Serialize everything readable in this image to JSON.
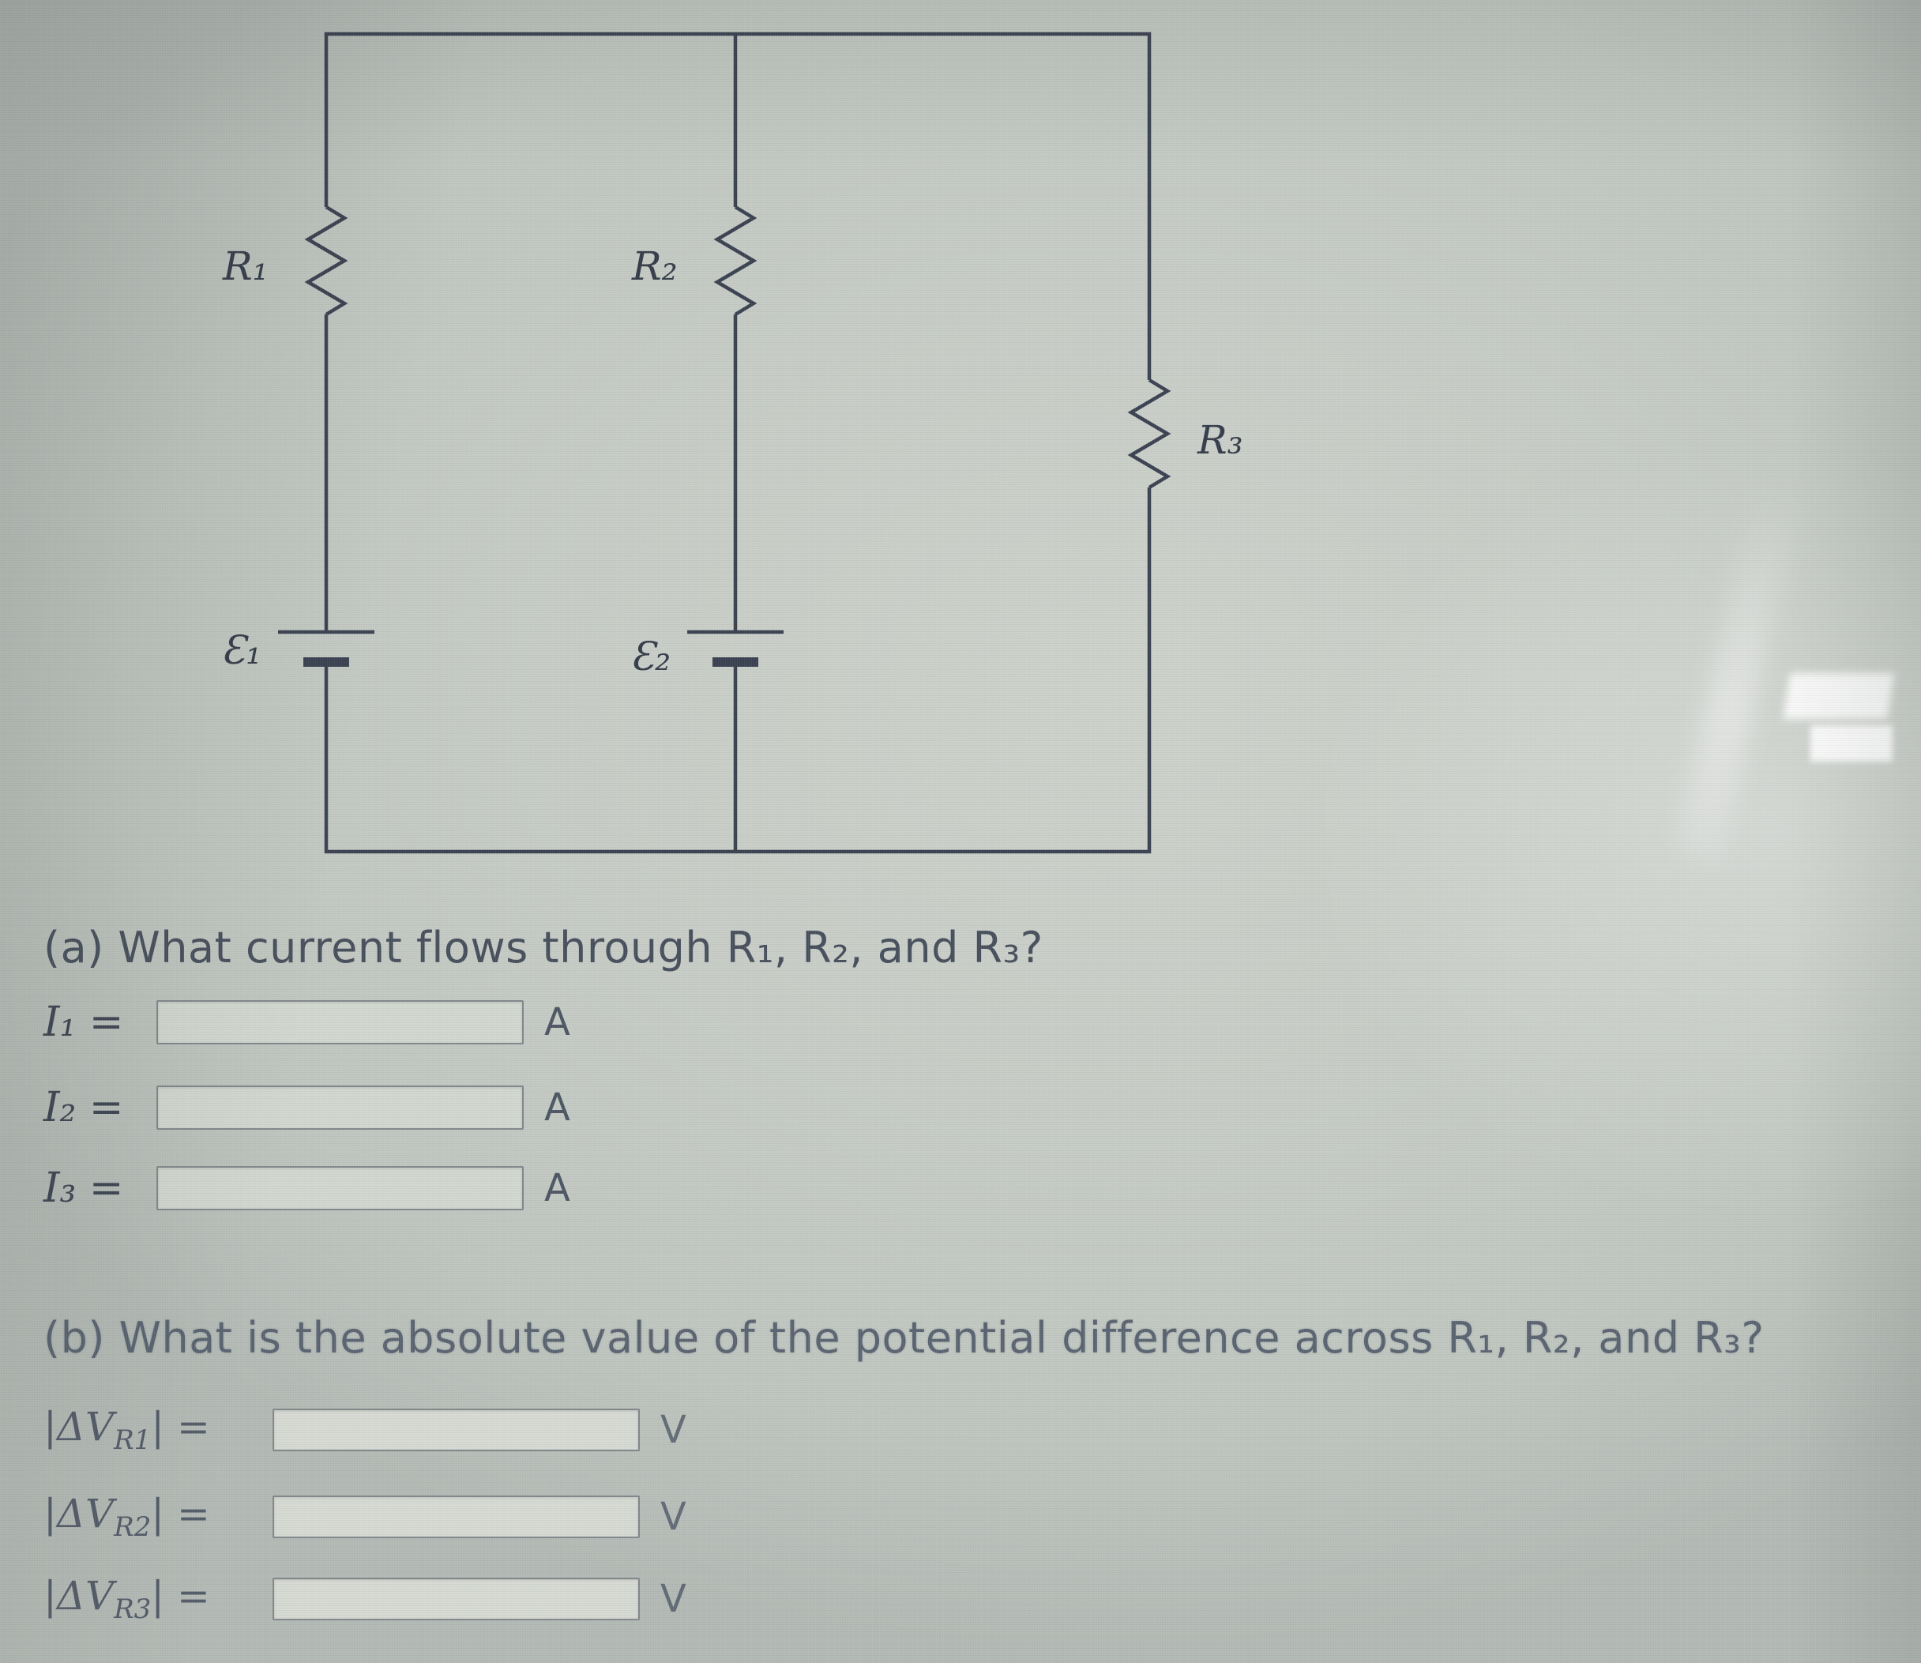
{
  "circuit": {
    "r1_label": "R₁",
    "r2_label": "R₂",
    "r3_label": "R₃",
    "emf1_label": "Ɛ₁",
    "emf2_label": "Ɛ₂"
  },
  "part_a": {
    "question": "(a) What current flows through R₁, R₂, and R₃?",
    "rows": [
      {
        "label": "I₁ =",
        "value": "",
        "unit": "A"
      },
      {
        "label": "I₂ =",
        "value": "",
        "unit": "A"
      },
      {
        "label": "I₃ =",
        "value": "",
        "unit": "A"
      }
    ]
  },
  "part_b": {
    "question": "(b) What is the absolute value of the potential difference across R₁, R₂, and R₃?",
    "rows": [
      {
        "label_pre": "|ΔV",
        "label_sub": "R1",
        "label_post": "| =",
        "value": "",
        "unit": "V"
      },
      {
        "label_pre": "|ΔV",
        "label_sub": "R2",
        "label_post": "| =",
        "value": "",
        "unit": "V"
      },
      {
        "label_pre": "|ΔV",
        "label_sub": "R3",
        "label_post": "| =",
        "value": "",
        "unit": "V"
      }
    ]
  }
}
